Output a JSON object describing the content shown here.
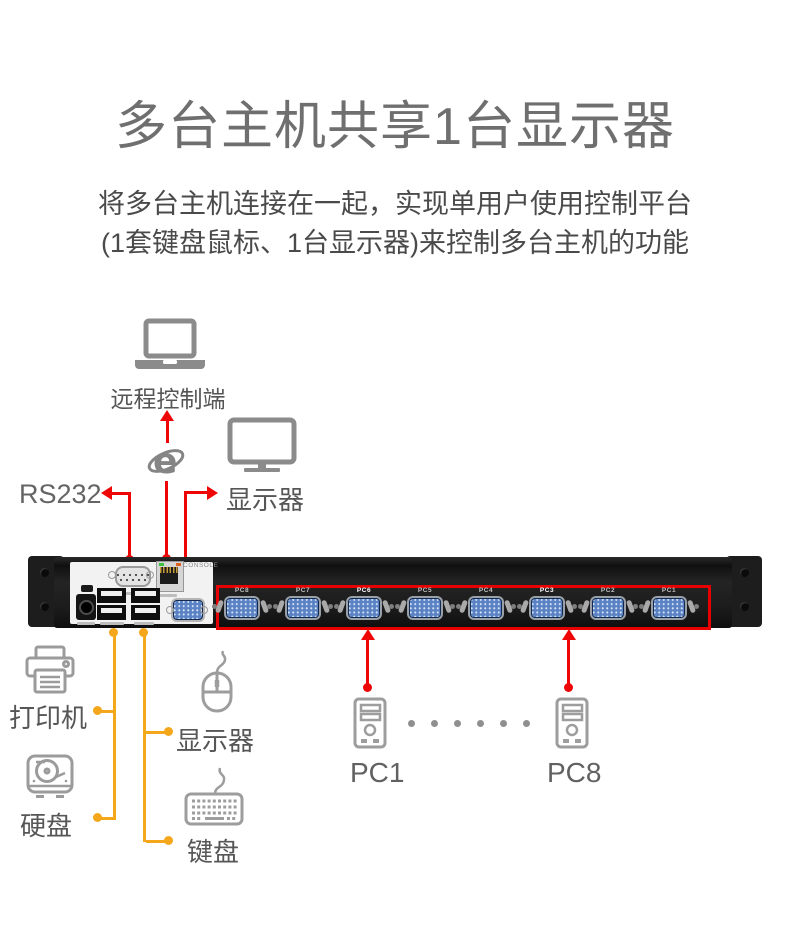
{
  "header": {
    "title": "多台主机共享1台显示器",
    "subtitle1": "将多台主机连接在一起，实现单用户使用控制平台",
    "subtitle2": "(1套键盘鼠标、1台显示器)来控制多台主机的功能"
  },
  "top": {
    "remote_label": "远程控制端",
    "rs232_label": "RS232",
    "monitor_label": "显示器"
  },
  "device": {
    "console_label": "CONSOLE",
    "ports": [
      "PC8",
      "PC7",
      "PC6",
      "PC5",
      "PC4",
      "PC3",
      "PC2",
      "PC1"
    ]
  },
  "bottom": {
    "printer_label": "打印机",
    "hdd_label": "硬盘",
    "mouse_label": "显示器",
    "keyboard_label": "键盘",
    "pc_left_label": "PC1",
    "pc_right_label": "PC8"
  },
  "colors": {
    "arrow_red": "#ee0606",
    "highlight_red": "#e60000",
    "cable_yellow": "#f5a71c",
    "icon_gray": "#9b9b9b",
    "label_gray": "#565656",
    "title_gray": "#6f6f6f",
    "vga_blue": "#5b83c4"
  }
}
